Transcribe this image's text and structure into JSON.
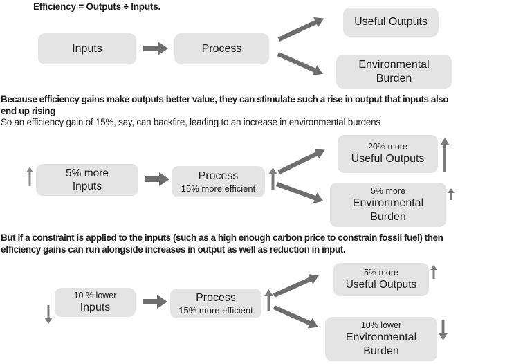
{
  "colors": {
    "box_bg": "#e4e4e4",
    "arrow_dark": "#6e6e6e",
    "arrow_gray": "#7b7b7b",
    "text": "#1d1d1d"
  },
  "icons": {
    "right-arrow-icon": "➡",
    "up-arrow-icon": "↑",
    "down-arrow-icon": "↓",
    "diagonal-up-arrow-icon": "↗",
    "diagonal-down-arrow-icon": "↘"
  },
  "section1": {
    "heading": "Efficiency = Outputs ÷ Inputs.",
    "inputs_box": {
      "line1": "Inputs"
    },
    "process_box": {
      "line1": "Process"
    },
    "useful_outputs_box": {
      "line1": "Useful Outputs"
    },
    "environmental_burden_box": {
      "line1": "Environmental",
      "line2": "Burden"
    }
  },
  "section2": {
    "heading_line1": "Because efficiency gains make outputs better value, they can stimulate such a rise in output that inputs also",
    "heading_line2": "end up rising",
    "subheading": "So an efficiency gain of 15%, say, can backfire, leading to an increase in environmental burdens",
    "inputs_box": {
      "line1": "5% more",
      "line2": "Inputs"
    },
    "process_box": {
      "line1": "Process",
      "line2": "15% more efficient"
    },
    "useful_outputs_box": {
      "line1": "20% more",
      "line2": "Useful Outputs"
    },
    "environmental_burden_box": {
      "line1": "5% more",
      "line2": "Environmental",
      "line3": "Burden"
    }
  },
  "section3": {
    "heading_line1": "But if a constraint is applied to the inputs (such as a high enough carbon price to constrain fossil fuel) then",
    "heading_line2": "efficiency gains can run alongside increases in output as well as reduction in input.",
    "inputs_box": {
      "line1": "10 % lower",
      "line2": "Inputs"
    },
    "process_box": {
      "line1": "Process",
      "line2": "15% more efficient"
    },
    "useful_outputs_box": {
      "line1": "5% more",
      "line2": "Useful Outputs"
    },
    "environmental_burden_box": {
      "line1": "10% lower",
      "line2": "Environmental",
      "line3": "Burden"
    }
  }
}
